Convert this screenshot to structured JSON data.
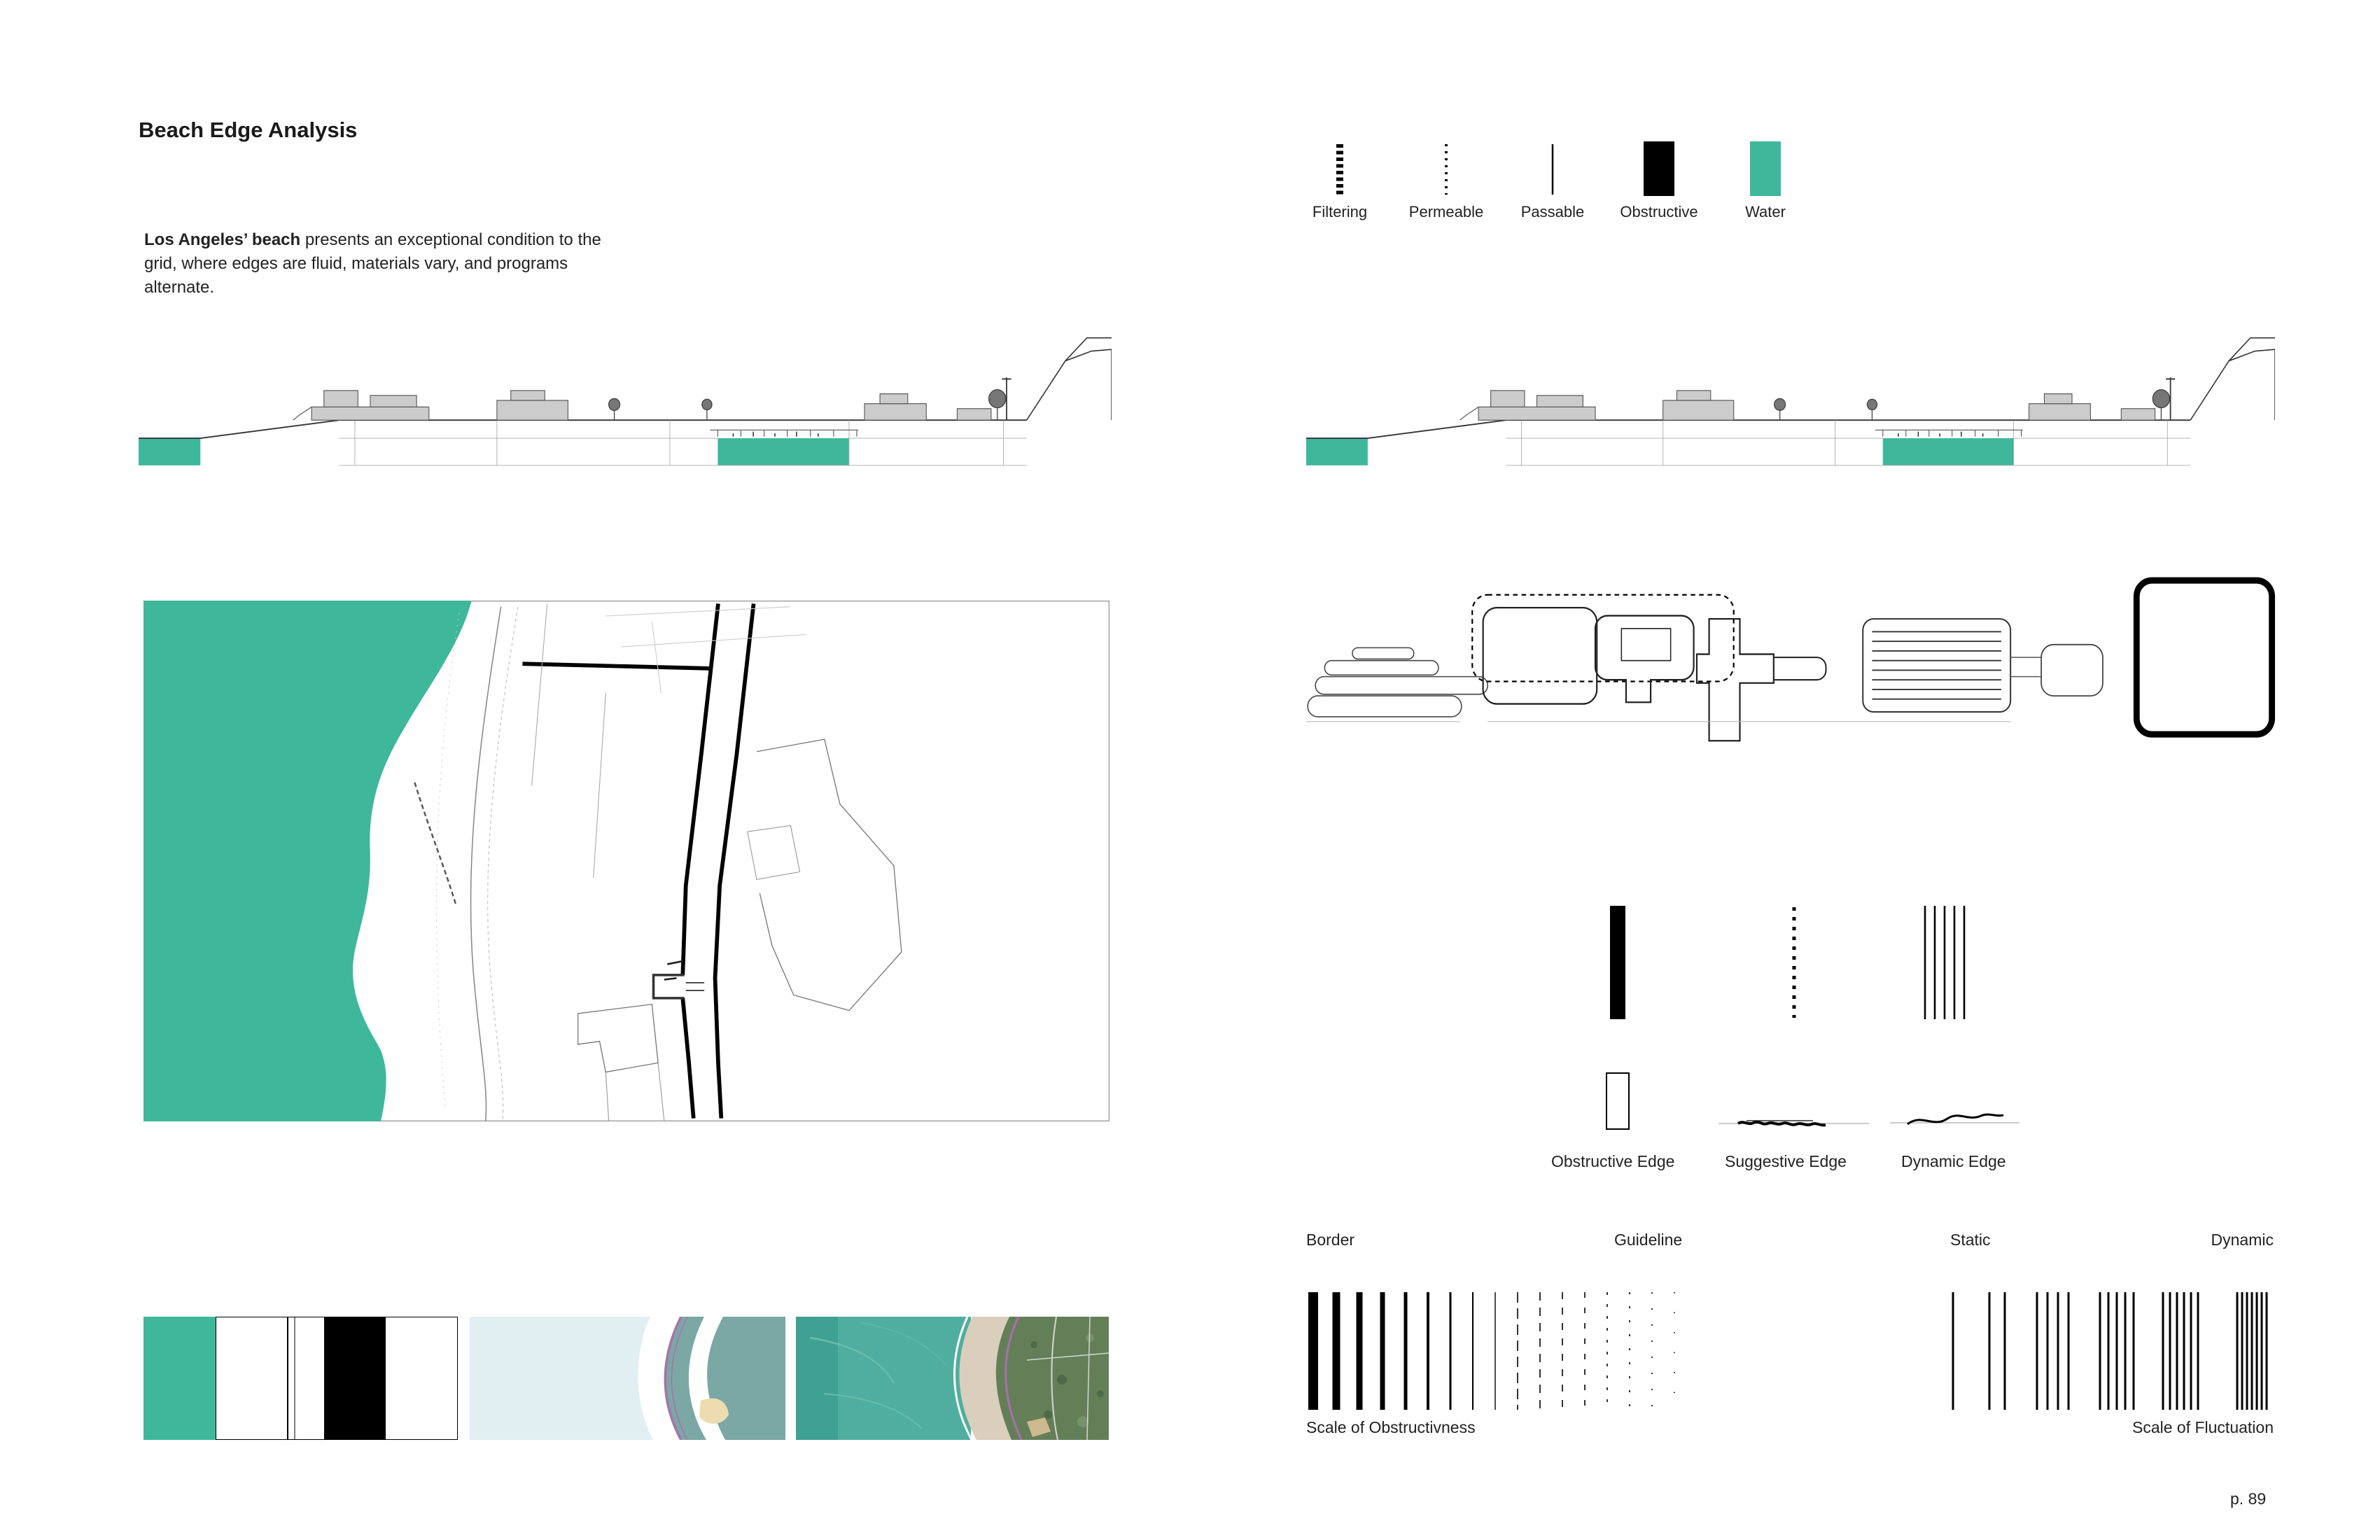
{
  "page": {
    "title": "Beach Edge Analysis",
    "page_number": "p. 89"
  },
  "intro": {
    "bold": "Los Angeles’ beach",
    "rest": " presents an exceptional condition to the grid, where edges are fluid, materials vary, and programs alternate."
  },
  "legend": {
    "items": [
      {
        "label": "Filtering",
        "symbol": "thick-dashed-vertical-line"
      },
      {
        "label": "Permeable",
        "symbol": "dotted-vertical-line"
      },
      {
        "label": "Passable",
        "symbol": "thin-solid-vertical-line"
      },
      {
        "label": "Obstructive",
        "symbol": "solid-black-bar"
      },
      {
        "label": "Water",
        "symbol": "teal-swatch"
      }
    ]
  },
  "edge_types": [
    {
      "label": "Obstructive Edge",
      "symbol": "solid-black-bar-over-outlined-rect"
    },
    {
      "label": "Suggestive Edge",
      "symbol": "dotted-line-over-scribble-strip"
    },
    {
      "label": "Dynamic Edge",
      "symbol": "multi-line-over-wave"
    }
  ],
  "scales": {
    "obstructiveness": {
      "left": "Border",
      "right": "Guideline",
      "caption": "Scale of Obstructivness"
    },
    "fluctuation": {
      "left": "Static",
      "right": "Dynamic",
      "caption": "Scale of Fluctuation"
    }
  },
  "colors": {
    "water_teal": "#3eb79b",
    "ink": "#000000",
    "pale_blue": "#e1eff3",
    "band_teal": "#7ba7a4",
    "purple": "#a873ac",
    "sand": "#d9cfbc",
    "vegetation": "#647f58",
    "aerial_water": "#4fae9f"
  }
}
